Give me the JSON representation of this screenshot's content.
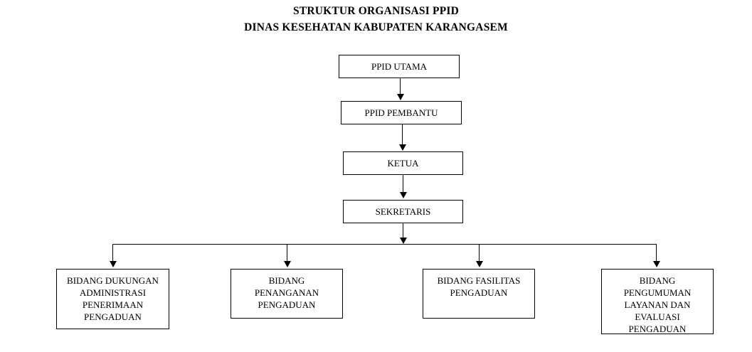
{
  "document": {
    "title_line_1": "STRUKTUR ORGANISASI PPID",
    "title_line_2": "DINAS KESEHATAN KABUPATEN KARANGASEM"
  },
  "theme": {
    "background": "#ffffff",
    "line_color": "#000000",
    "text_color": "#000000",
    "box_fill": "#ffffff"
  },
  "chart_data": {
    "type": "diagram",
    "diagram_type": "organizational-chart",
    "title": "STRUKTUR ORGANISASI PPID DINAS KESEHATAN KABUPATEN KARANGASEM",
    "orientation": "top-down",
    "nodes": [
      {
        "id": "ppid-utama",
        "label": "PPID UTAMA",
        "level": 0
      },
      {
        "id": "ppid-pembantu",
        "label": "PPID PEMBANTU",
        "level": 1
      },
      {
        "id": "ketua",
        "label": "KETUA",
        "level": 2
      },
      {
        "id": "sekretaris",
        "label": "SEKRETARIS",
        "level": 3
      },
      {
        "id": "bidang-dukungan",
        "label": "BIDANG DUKUNGAN\nADMINISTRASI\nPENERIMAAN\nPENGADUAN",
        "level": 4
      },
      {
        "id": "bidang-penanganan",
        "label": "BIDANG\nPENANGANAN\nPENGADUAN",
        "level": 4
      },
      {
        "id": "bidang-fasilitas",
        "label": "BIDANG FASILITAS\nPENGADUAN",
        "level": 4
      },
      {
        "id": "bidang-pengumuman",
        "label": "BIDANG\nPENGUMUMAN\nLAYANAN DAN\nEVALUASI\nPENGADUAN",
        "level": 4
      }
    ],
    "edges": [
      {
        "from": "ppid-utama",
        "to": "ppid-pembantu",
        "style": "arrow"
      },
      {
        "from": "ppid-pembantu",
        "to": "ketua",
        "style": "arrow"
      },
      {
        "from": "ketua",
        "to": "sekretaris",
        "style": "arrow"
      },
      {
        "from": "sekretaris",
        "to": "bidang-dukungan",
        "style": "arrow-bus"
      },
      {
        "from": "sekretaris",
        "to": "bidang-penanganan",
        "style": "arrow-bus"
      },
      {
        "from": "sekretaris",
        "to": "bidang-fasilitas",
        "style": "arrow-bus"
      },
      {
        "from": "sekretaris",
        "to": "bidang-pengumuman",
        "style": "arrow-bus"
      }
    ]
  }
}
